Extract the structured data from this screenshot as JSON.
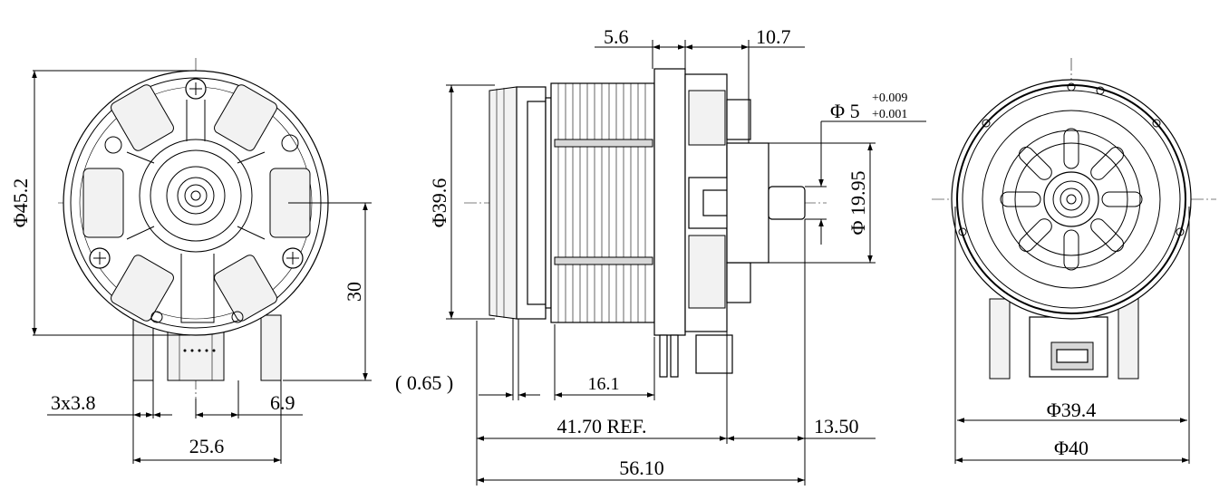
{
  "dimensions": {
    "front_diameter": "Φ45.2",
    "front_height": "30",
    "front_pins": "3x3.8",
    "front_pin_offset": "6.9",
    "front_width": "25.6",
    "side_top_left": "5.6",
    "side_top_right": "10.7",
    "shaft_diameter": "Φ 5",
    "shaft_tol_upper": "+0.009",
    "shaft_tol_lower": "+0.001",
    "body_diameter": "Φ39.6",
    "flange_diameter": "Φ 19.95",
    "gap": "( 0.65 )",
    "stack_length": "16.1",
    "ref_length": "41.70 REF.",
    "shaft_length": "13.50",
    "total_length": "56.10",
    "rear_inner_diameter": "Φ39.4",
    "rear_outer_diameter": "Φ40"
  },
  "colors": {
    "line": "#000000",
    "background": "#ffffff"
  }
}
